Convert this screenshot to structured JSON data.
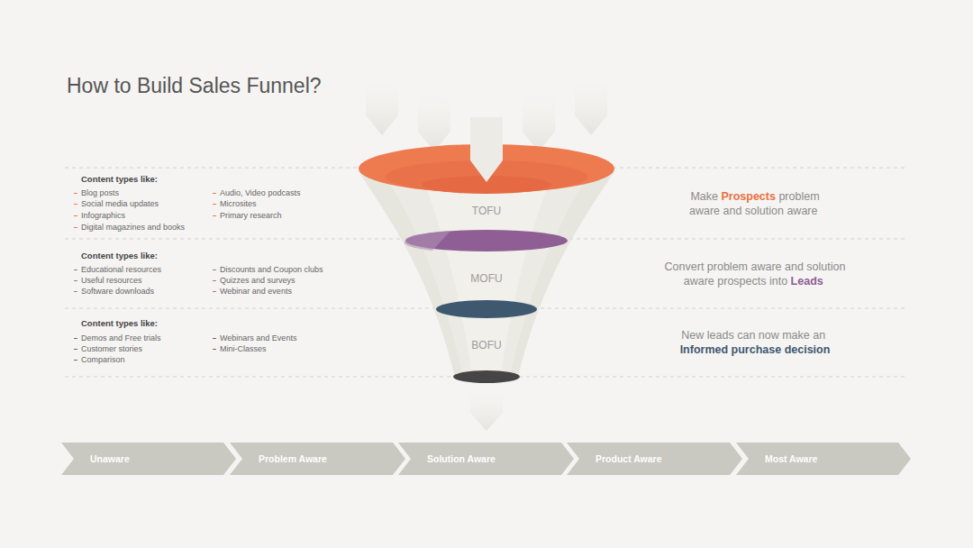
{
  "diagram": {
    "title": "How to Build Sales Funnel?",
    "nodes": [
      {
        "text": [
          "TOFU"
        ]
      },
      {
        "text": [
          "MOFU"
        ]
      },
      {
        "text": [
          "BOFU"
        ]
      },
      {
        "text": [
          "Unaware"
        ]
      },
      {
        "text": [
          "Problem Aware"
        ]
      },
      {
        "text": [
          "Solution Aware"
        ]
      },
      {
        "text": [
          "Product Aware"
        ]
      },
      {
        "text": [
          "Most Aware"
        ]
      }
    ],
    "labels": [
      "Content types like:",
      "Blog posts",
      "Social media updates",
      "Infographics",
      "Digital magazines and books",
      "Audio, Video podcasts",
      "Microsites",
      "Primary research",
      "Make",
      "Prospects",
      "problem aware and solution aware",
      "Content types like:",
      "Educational resources",
      "Useful resources",
      "Software downloads",
      "Discounts and Coupon clubs",
      "Quizzes and surveys",
      "Webinar and events",
      "Convert problem aware and solution aware prospects into",
      "Leads",
      "Content types like:",
      "Demos and Free trials",
      "Customer stories",
      "Comparison",
      "Webinars and Events",
      "Mini-Classes",
      "New leads can now make an",
      "Informed purchase decision"
    ]
  }
}
